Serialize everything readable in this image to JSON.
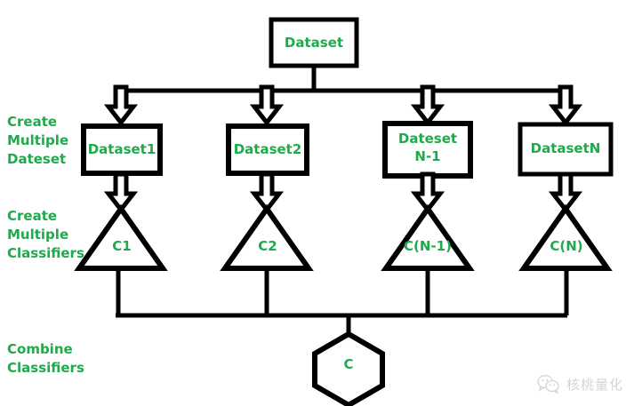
{
  "diagram": {
    "title": "Ensemble learning bagging flow diagram",
    "colors": {
      "text_green": "#1faa4b",
      "stroke_black": "#000000",
      "background": "#ffffff",
      "watermark_gray": "#9a9a9a"
    },
    "stage_labels": [
      {
        "id": "create-multiple-dateset",
        "text": "Create\nMultiple\nDateset"
      },
      {
        "id": "create-multiple-classifiers",
        "text": "Create\nMultiple\nClassifiers"
      },
      {
        "id": "combine-classifiers",
        "text": "Combine\nClassifiers"
      }
    ],
    "root": {
      "id": "dataset",
      "label": "Dataset",
      "shape": "rectangle"
    },
    "datasets": [
      {
        "id": "dataset1",
        "label": "Dataset1",
        "shape": "rectangle"
      },
      {
        "id": "dataset2",
        "label": "Dataset2",
        "shape": "rectangle"
      },
      {
        "id": "dataset-n-1",
        "label": "Dateset\nN-1",
        "shape": "rectangle"
      },
      {
        "id": "datasetN",
        "label": "DatasetN",
        "shape": "rectangle"
      }
    ],
    "classifiers": [
      {
        "id": "c1",
        "label": "C1",
        "shape": "triangle"
      },
      {
        "id": "c2",
        "label": "C2",
        "shape": "triangle"
      },
      {
        "id": "c-n-1",
        "label": "C(N-1)",
        "shape": "triangle"
      },
      {
        "id": "c-n",
        "label": "C(N)",
        "shape": "triangle"
      }
    ],
    "combiner": {
      "id": "combiner-c",
      "label": "C",
      "shape": "hexagon"
    },
    "arrows": {
      "style": "hollow-block-down-arrow",
      "count_top_row": 4,
      "count_middle_row": 4
    }
  },
  "watermark": {
    "icon": "wechat-icon",
    "text": "核桃量化"
  }
}
